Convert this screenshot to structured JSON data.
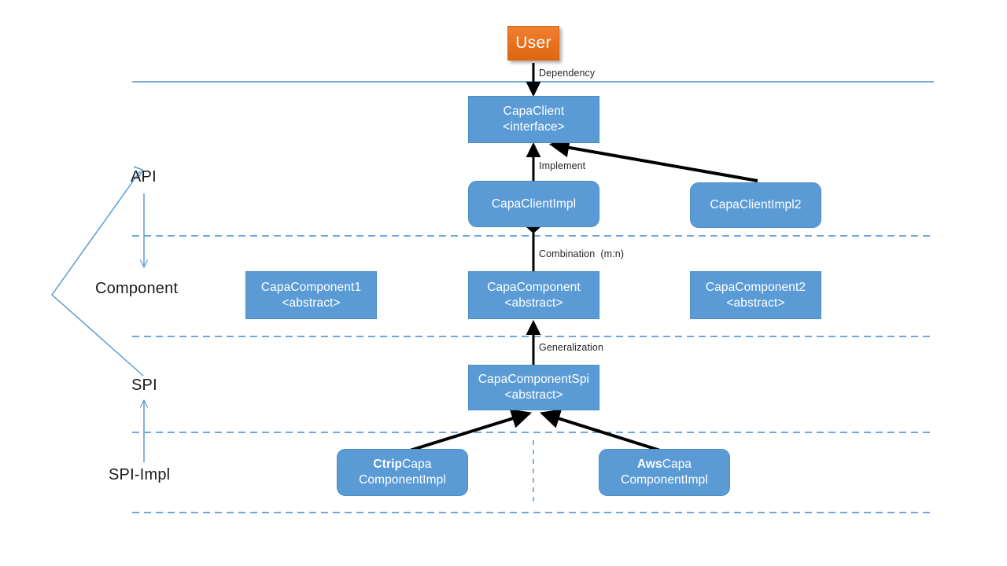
{
  "diagram": {
    "title": "Capa layered architecture diagram",
    "colors": {
      "node_blue": "#5B9BD5",
      "user_orange": "#E8701C",
      "divider_blue": "#5B9BD5",
      "arrow_black": "#000000",
      "text_white": "#FFFFFF",
      "text_dark": "#262626"
    },
    "layers": [
      {
        "id": "api",
        "label": "API"
      },
      {
        "id": "component",
        "label": "Component"
      },
      {
        "id": "spi",
        "label": "SPI"
      },
      {
        "id": "spi-impl",
        "label": "SPI-Impl"
      }
    ],
    "actor": {
      "label": "User"
    },
    "nodes": [
      {
        "id": "capaclient",
        "line1": "CapaClient",
        "line2": "<interface>",
        "shape": "sharp"
      },
      {
        "id": "capaclientimpl",
        "line1": "CapaClientImpl",
        "line2": "",
        "shape": "rounded"
      },
      {
        "id": "capaclientimpl2",
        "line1": "CapaClientImpl2",
        "line2": "",
        "shape": "rounded"
      },
      {
        "id": "capacomponent1",
        "line1": "CapaComponent1",
        "line2": "<abstract>",
        "shape": "sharp"
      },
      {
        "id": "capacomponent",
        "line1": "CapaComponent",
        "line2": "<abstract>",
        "shape": "sharp"
      },
      {
        "id": "capacomponent2",
        "line1": "CapaComponent2",
        "line2": "<abstract>",
        "shape": "sharp"
      },
      {
        "id": "capacomponentspi",
        "line1": "CapaComponentSpi",
        "line2": "<abstract>",
        "shape": "sharp"
      },
      {
        "id": "ctripimpl",
        "bold": "Ctrip",
        "rest": "Capa",
        "line2": "ComponentImpl",
        "shape": "rounded"
      },
      {
        "id": "awsimpl",
        "bold": "Aws",
        "rest": "Capa",
        "line2": "ComponentImpl",
        "shape": "rounded"
      }
    ],
    "edge_labels": {
      "dependency": "Dependency",
      "implement": "Implement",
      "combination": "Combination  (m:n)",
      "generalization": "Generalization"
    }
  }
}
